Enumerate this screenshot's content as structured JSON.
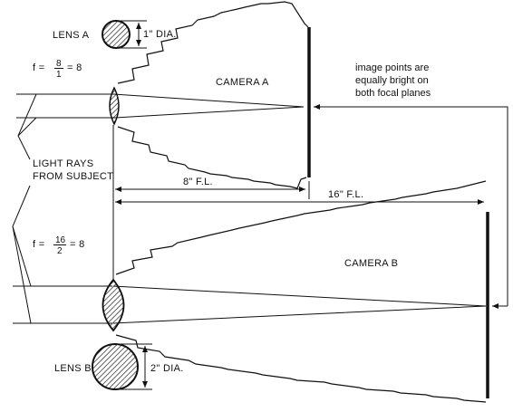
{
  "lens_a": {
    "label": "LENS A",
    "diameter": "1\" DIA.",
    "f_prefix": "f =",
    "f_num": "8",
    "f_den": "1",
    "f_result": "= 8"
  },
  "lens_b": {
    "label": "LENS B",
    "diameter": "2\" DIA.",
    "f_prefix": "f =",
    "f_num": "16",
    "f_den": "2",
    "f_result": "= 8"
  },
  "camera_a": {
    "label": "CAMERA A",
    "focal_length": "8\" F.L."
  },
  "camera_b": {
    "label": "CAMERA B",
    "focal_length": "16\" F.L."
  },
  "light_rays": {
    "line1": "LIGHT RAYS",
    "line2": "FROM SUBJECT"
  },
  "note": {
    "line1": "image points are",
    "line2": "equally bright on",
    "line3": "both focal planes"
  },
  "colors": {
    "ink": "#111111",
    "hatch": "#111111",
    "background": "#ffffff"
  }
}
